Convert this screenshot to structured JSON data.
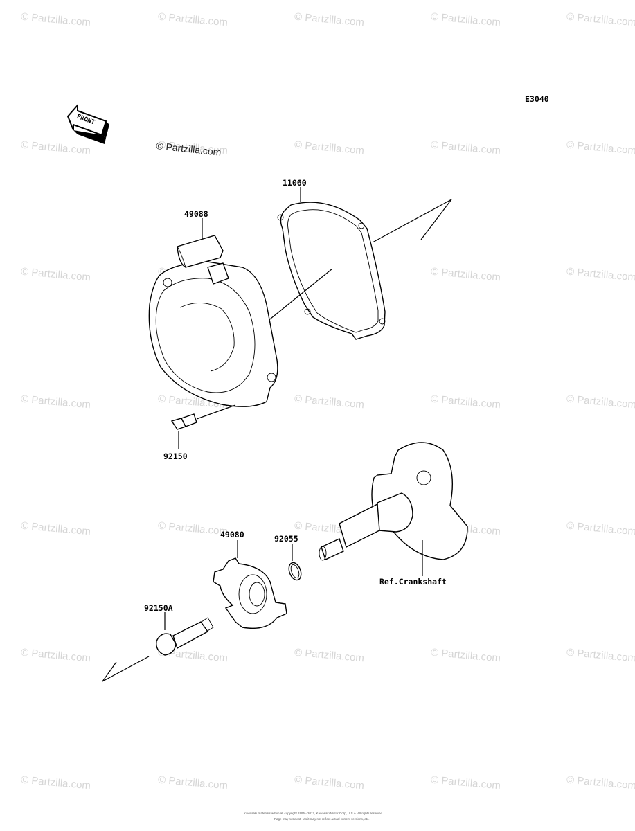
{
  "diagram": {
    "code": "E3040",
    "front_label": "FRONT",
    "copyright_mark": "© Partzilla.com",
    "watermark_text": "© Partzilla.com",
    "parts": [
      {
        "id": "p11060",
        "label": "11060"
      },
      {
        "id": "p49088",
        "label": "49088"
      },
      {
        "id": "p92150",
        "label": "92150"
      },
      {
        "id": "p49080",
        "label": "49080"
      },
      {
        "id": "p92055",
        "label": "92055"
      },
      {
        "id": "p92150A",
        "label": "92150A"
      },
      {
        "id": "ref",
        "label": "Ref.Crankshaft"
      }
    ],
    "footer_line1": "Kawasaki materials within all copyright 1995 - 2017, Kawasaki Motor Corp, U.S.A. All rights reserved.",
    "footer_line2": "Page may not exist - as it may not reflect actual current versions, etc."
  }
}
